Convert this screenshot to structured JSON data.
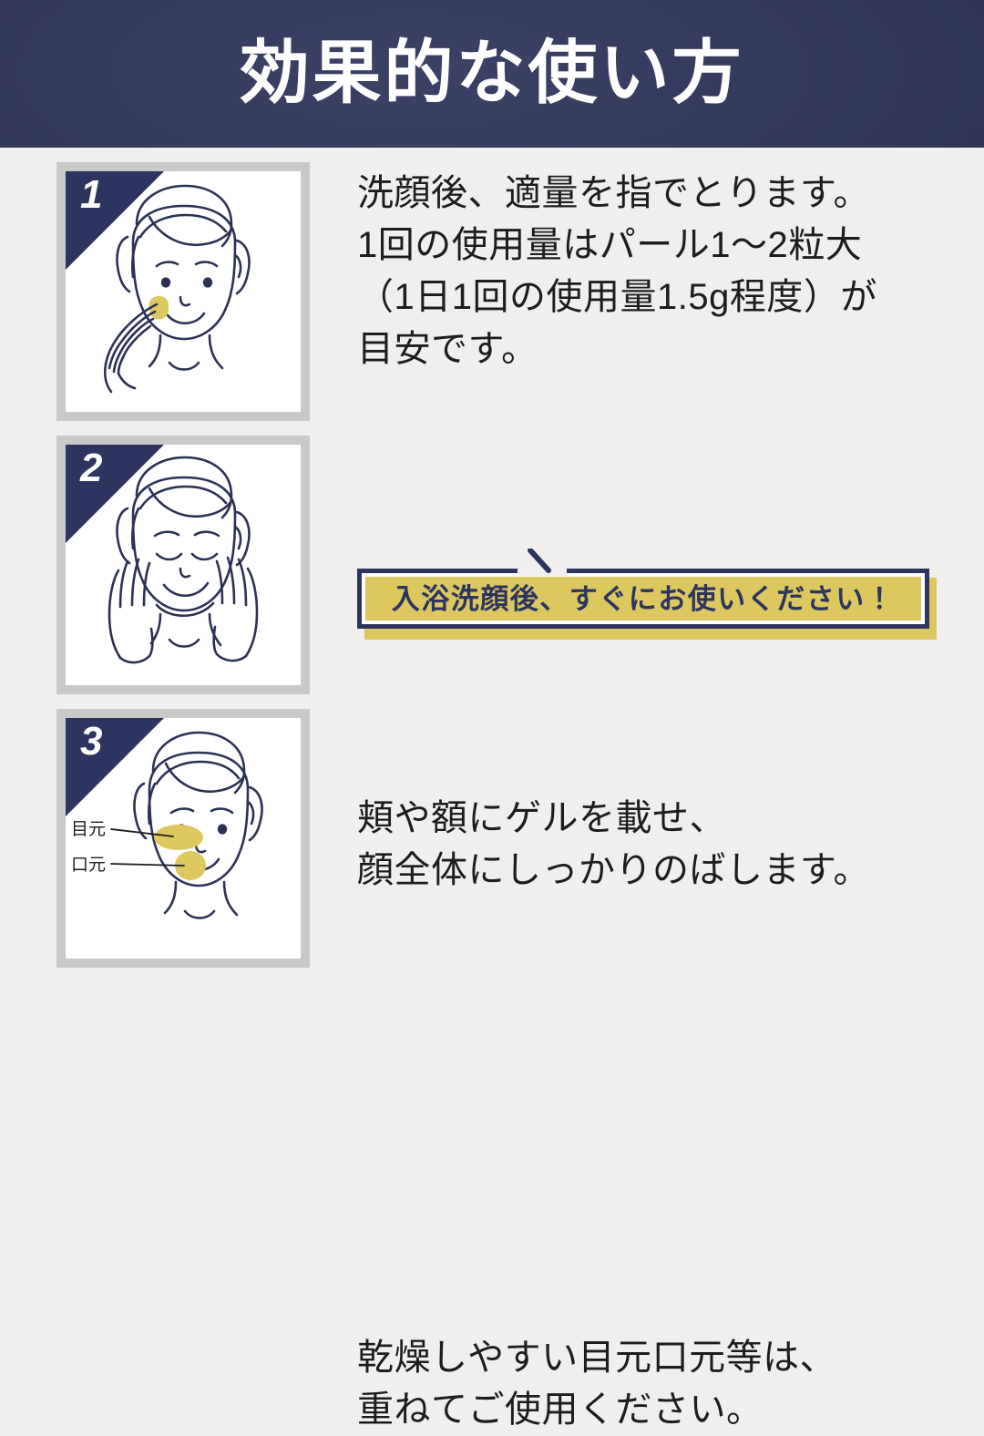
{
  "header": {
    "title": "効果的な使い方",
    "bg_color": "#2e3460",
    "text_color": "#ffffff"
  },
  "palette": {
    "background": "#f0efed",
    "navy": "#2e3460",
    "line_navy": "#2b3255",
    "gel_yellow": "#ddc860",
    "frame_gray": "#c9c9c9",
    "body_text": "#1d1d1d"
  },
  "steps": [
    {
      "number": "1",
      "figure_name": "applying-gel-to-cheek-illustration",
      "lines": [
        "洗顔後、適量を指でとります。",
        "1回の使用量はパール1〜2粒大",
        "（1日1回の使用量1.5g程度）が",
        "目安です。"
      ]
    },
    {
      "number": "2",
      "figure_name": "spreading-gel-with-both-hands-illustration",
      "lines": [
        "頬や額にゲルを載せ、",
        "顔全体にしっかりのばします。"
      ]
    },
    {
      "number": "3",
      "figure_name": "layering-gel-on-eye-and-mouth-illustration",
      "lines": [
        "乾燥しやすい目元口元等は、",
        "重ねてご使用ください。"
      ],
      "callouts": [
        {
          "label": "目元"
        },
        {
          "label": "口元"
        }
      ]
    }
  ],
  "callout": {
    "text": "入浴洗顔後、すぐにお使いください！",
    "fill_color": "#ddc860",
    "border_color": "#2e3460",
    "text_color": "#2e3460"
  }
}
